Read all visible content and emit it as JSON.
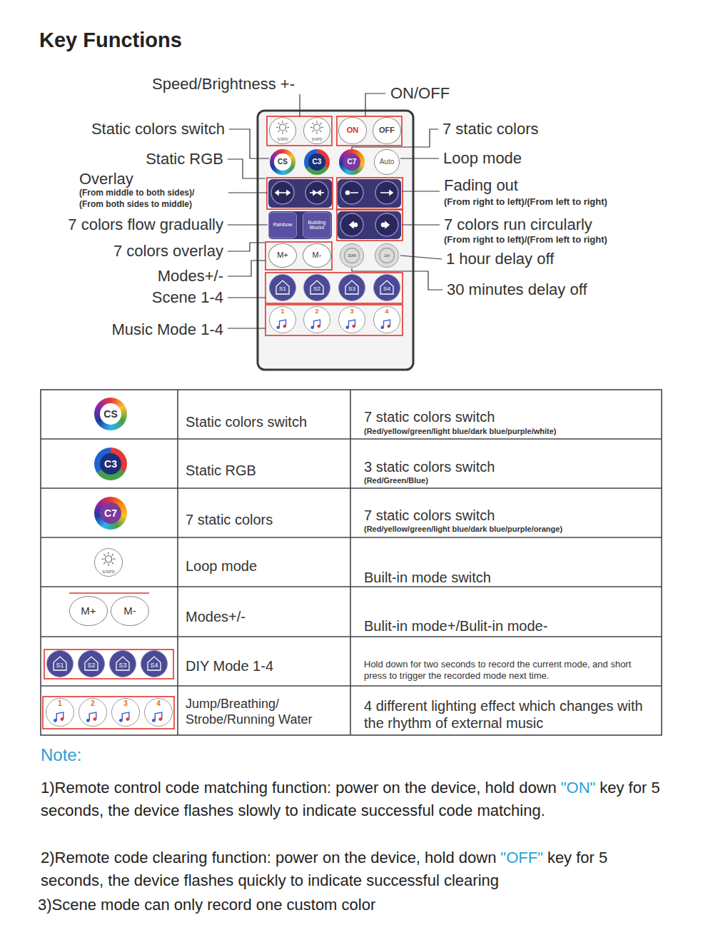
{
  "diagram": {
    "title": "Key Functions",
    "nodes": [
      {
        "text": [
          "S/SPD"
        ]
      },
      {
        "text": [
          "S/SPD"
        ]
      },
      {
        "text": [
          "ON"
        ]
      },
      {
        "text": [
          "OFF"
        ]
      },
      {
        "text": [
          "CS"
        ]
      },
      {
        "text": [
          "C3"
        ]
      },
      {
        "text": [
          "C7"
        ]
      },
      {
        "text": [
          "Auto"
        ]
      },
      {
        "text": [
          "Rainbow"
        ]
      },
      {
        "text": [
          "Building Blocks"
        ]
      },
      {
        "text": [
          "M+"
        ]
      },
      {
        "text": [
          "M-"
        ]
      },
      {
        "text": [
          "30M"
        ]
      },
      {
        "text": [
          "1H"
        ]
      },
      {
        "text": [
          "S1"
        ]
      },
      {
        "text": [
          "S2"
        ]
      },
      {
        "text": [
          "S3"
        ]
      },
      {
        "text": [
          "S4"
        ]
      },
      {
        "text": [
          "1"
        ]
      },
      {
        "text": [
          "2"
        ]
      },
      {
        "text": [
          "3"
        ]
      },
      {
        "text": [
          "4"
        ]
      },
      {
        "text": [
          "CS"
        ]
      },
      {
        "text": [
          "C3"
        ]
      },
      {
        "text": [
          "C7"
        ]
      },
      {
        "text": [
          "S/SPD"
        ]
      },
      {
        "text": [
          "M+"
        ]
      },
      {
        "text": [
          "M-"
        ]
      },
      {
        "text": [
          "S1"
        ]
      },
      {
        "text": [
          "S2"
        ]
      },
      {
        "text": [
          "S3"
        ]
      },
      {
        "text": [
          "S4"
        ]
      },
      {
        "text": [
          "1"
        ]
      },
      {
        "text": [
          "2"
        ]
      },
      {
        "text": [
          "3"
        ]
      },
      {
        "text": [
          "4"
        ]
      }
    ],
    "labels": [
      "Speed/Brightness +-",
      "ON/OFF",
      "Static colors switch",
      "7 static colors",
      "Static RGB",
      "Loop mode",
      "Overlay",
      "(From middle to both sides)/",
      "(From both sides to middle)",
      "Fading out",
      "(From right to left)/(From left to right)",
      "7 colors flow gradually",
      "7 colors run circularly",
      "(From right to left)/(From left to right)",
      "7 colors overlay",
      "1 hour delay off",
      "Modes+/-",
      "30 minutes delay off",
      "Scene 1-4",
      "Music Mode 1-4",
      "Static colors switch",
      "7 static colors switch",
      "(Red/yellow/green/light blue/dark blue/purple/white)",
      "Static RGB",
      "3 static colors switch",
      "(Red/Green/Blue)",
      "7 static colors",
      "7 static colors switch",
      "(Red/yellow/green/light blue/dark blue/purple/orange)",
      "Loop mode",
      "Built-in mode switch",
      "Modes+/-",
      "Bulit-in mode+/Bulit-in mode-",
      "DIY Mode 1-4",
      "Hold down for two seconds to record the current mode, and short press to trigger the recorded mode next time.",
      "Jump/Breathing/ Strobe/Running Water",
      "4 different lighting effect which changes with the rhythm of external music",
      "Note:",
      "1)Remote control code matching function: power on the device, hold down",
      "\"ON\"",
      "key for 5 seconds, the device flashes slowly to indicate successful code matching.",
      "2)Remote code clearing function: power on the device, hold down",
      "\"OFF\"",
      "key for 5 seconds, the device flashes quickly to indicate successful clearing",
      "3)Scene mode can only record one custom color"
    ]
  }
}
